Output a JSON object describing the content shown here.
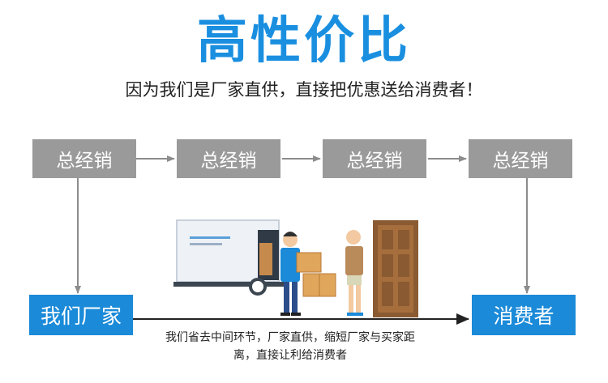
{
  "title": "高性价比",
  "subtitle": "因为我们是厂家直供，直接把优惠送给消费者！",
  "chain_label": "总经销",
  "factory_label": "我们厂家",
  "consumer_label": "消费者",
  "caption_line1": "我们省去中间环节，厂家直供，缩短厂家与买家距",
  "caption_line2": "离，直接让利给消费者",
  "colors": {
    "accent": "#1b8ad8",
    "gray_box": "#9a9a9a",
    "arrow": "#8c8c8c"
  }
}
